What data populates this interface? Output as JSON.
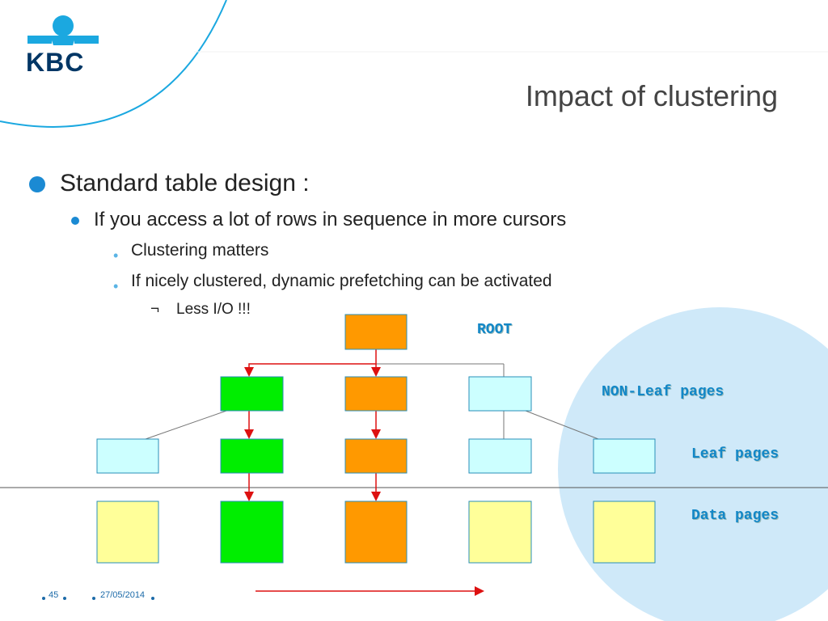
{
  "logo": {
    "name": "kbc-logo",
    "text": "KBC",
    "color": "#003665"
  },
  "title": "Impact of clustering",
  "bullets": {
    "level1": "Standard table design :",
    "level2": "If you access a lot of rows in sequence in more cursors",
    "level3": [
      "Clustering matters",
      "If nicely clustered, dynamic prefetching can be activated"
    ],
    "level4_marker": "¬",
    "level4": "Less I/O !!!"
  },
  "diagram": {
    "labels": {
      "root": "ROOT",
      "nonleaf": "NON-Leaf pages",
      "leaf": "Leaf pages",
      "data": "Data pages"
    },
    "colors": {
      "orange": "#ff9900",
      "green": "#00ee00",
      "cyan": "#ccffff",
      "yellow": "#ffff99",
      "arrow": "#dd1111"
    }
  },
  "footer": {
    "page": "45",
    "date": "27/05/2014"
  }
}
